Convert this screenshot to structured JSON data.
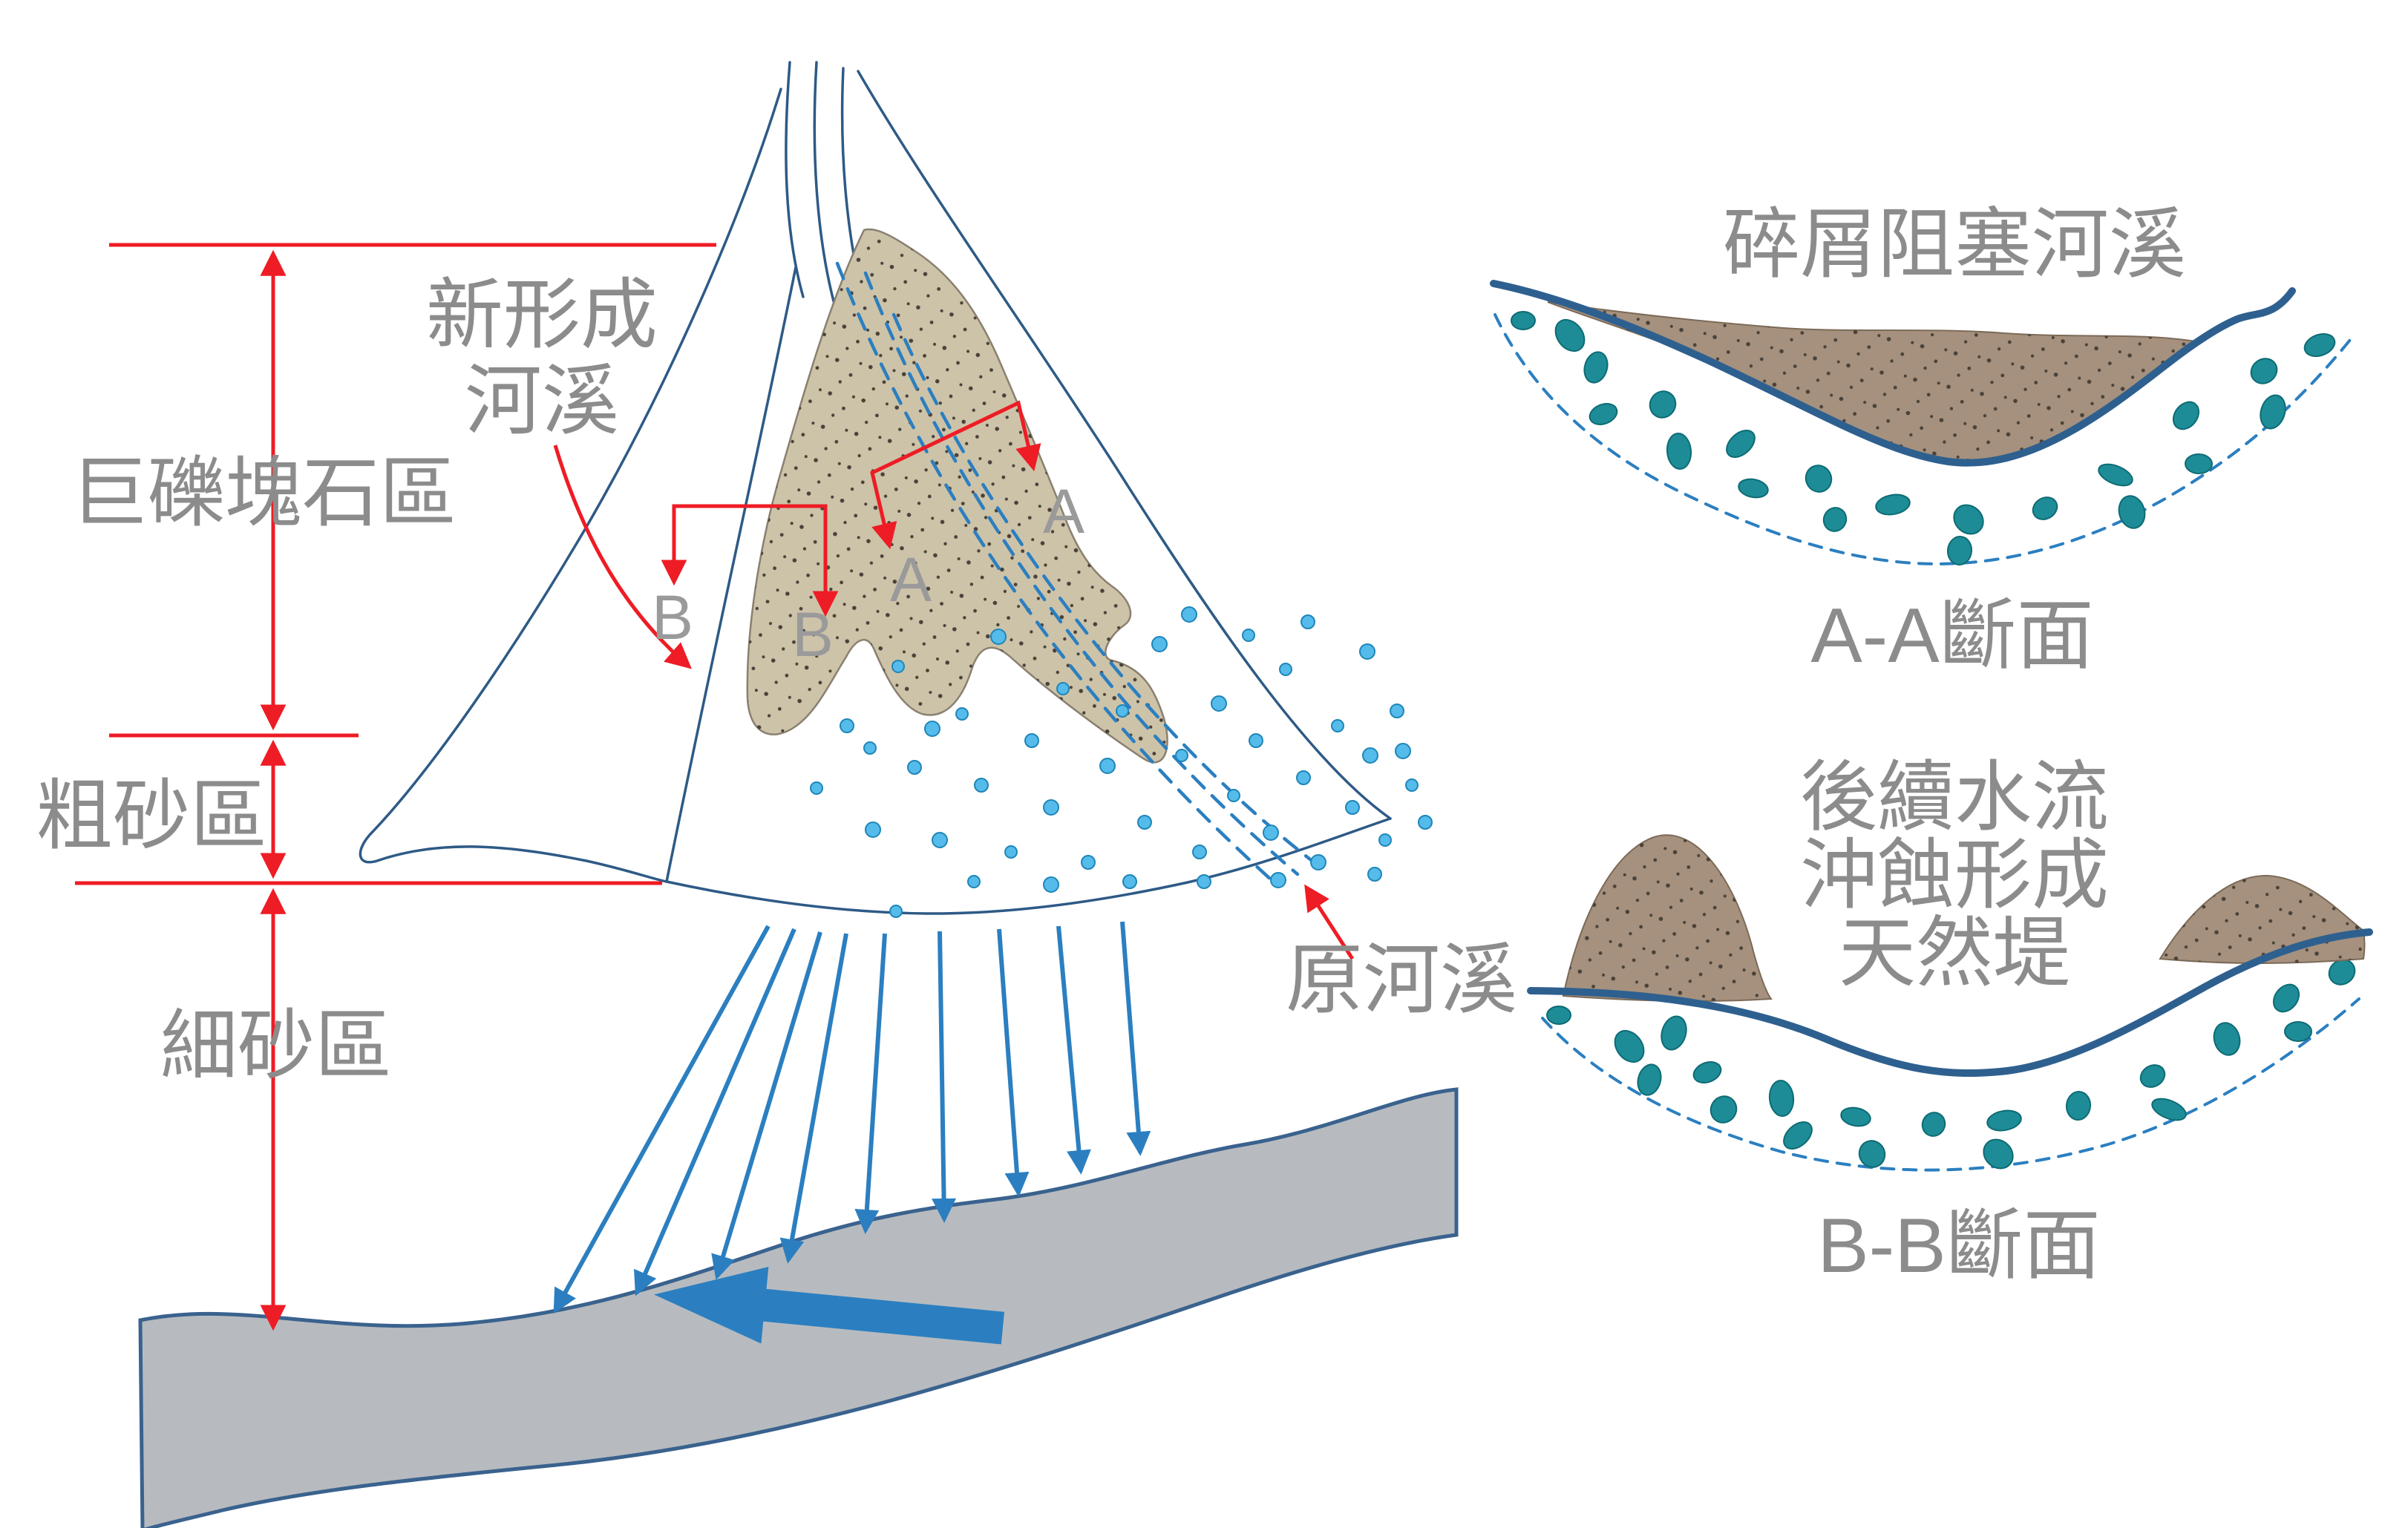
{
  "diagram": {
    "zones": {
      "boulder": "巨礫塊石區",
      "coarse_sand": "粗砂區",
      "fine_sand": "細砂區"
    },
    "labels": {
      "new_stream_line1": "新形成",
      "new_stream_line2": "河溪",
      "original_stream": "原河溪",
      "marker_a_upper": "A",
      "marker_a_lower": "A",
      "marker_b_left": "B",
      "marker_b_right": "B"
    },
    "sections": {
      "a": {
        "title": "碎屑阻塞河溪",
        "caption": "A-A斷面"
      },
      "b": {
        "title_line1": "後續水流",
        "title_line2": "沖蝕形成",
        "title_line3": "天然堤",
        "caption": "B-B斷面"
      }
    },
    "colors": {
      "red": "#ee1c25",
      "gray_text": "#8c8c8c",
      "outline_blue": "#2e5a86",
      "section_blue": "#2e608f",
      "stream_blue": "#2b7fc0",
      "dot_blue": "#54bbea",
      "teal": "#1d8c96",
      "tan": "#cdc3a9",
      "brown": "#a5917e",
      "river_gray": "#b7bbbf"
    }
  }
}
